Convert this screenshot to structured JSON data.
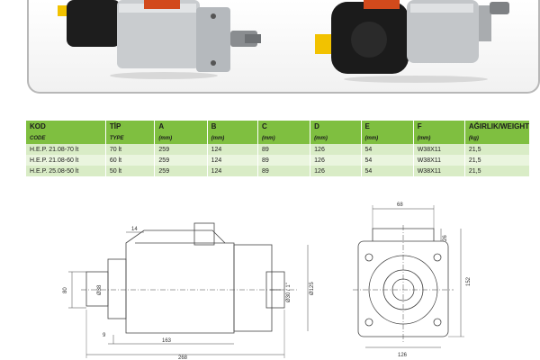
{
  "table": {
    "headers": [
      {
        "main": "KOD",
        "sub": "CODE"
      },
      {
        "main": "TİP",
        "sub": "TYPE"
      },
      {
        "main": "A",
        "sub": "(mm)"
      },
      {
        "main": "B",
        "sub": "(mm)"
      },
      {
        "main": "C",
        "sub": "(mm)"
      },
      {
        "main": "D",
        "sub": "(mm)"
      },
      {
        "main": "E",
        "sub": "(mm)"
      },
      {
        "main": "F",
        "sub": "(mm)"
      },
      {
        "main": "AĞIRLIK/WEIGHT",
        "sub": "(kg)"
      }
    ],
    "rows": [
      [
        "H.E.P. 21.08-70 lt",
        "70 lt",
        "259",
        "124",
        "89",
        "126",
        "54",
        "W38X11",
        "21,5"
      ],
      [
        "H.E.P. 21.08-60 lt",
        "60 lt",
        "259",
        "124",
        "89",
        "126",
        "54",
        "W38X11",
        "21,5"
      ],
      [
        "H.E.P. 25.08-50 lt",
        "50 lt",
        "259",
        "124",
        "89",
        "126",
        "54",
        "W38X11",
        "21,5"
      ]
    ]
  },
  "drawing": {
    "side_view": {
      "dim_top": "14",
      "dim_left": "80",
      "dim_shaft": "Ø38",
      "dim_port": "Ø30 / 1\"",
      "dim_flange": "Ø125",
      "dim_small": "9",
      "dim_body": "163",
      "dim_total": "268"
    },
    "front_view": {
      "dim_top": "68",
      "dim_notch": "26",
      "dim_height": "152",
      "dim_bottom": "126"
    }
  },
  "colors": {
    "table_header": "#7fbf40",
    "table_row_a": "#d9ecc6",
    "table_row_b": "#eaf5de",
    "panel_border": "#b7b7b7"
  }
}
